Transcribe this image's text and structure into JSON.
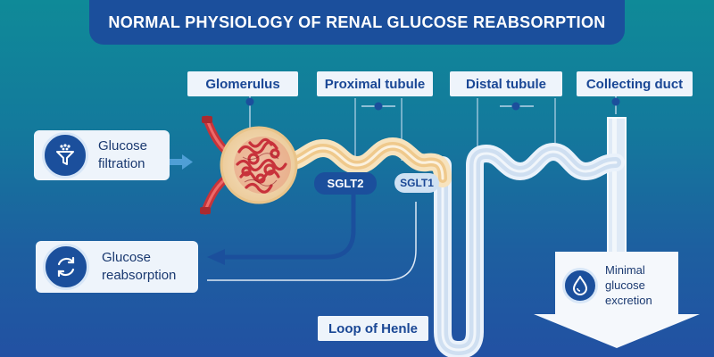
{
  "title": "NORMAL PHYSIOLOGY OF RENAL GLUCOSE REABSORPTION",
  "labels": {
    "glomerulus": "Glomerulus",
    "proximal_tubule": "Proximal tubule",
    "distal_tubule": "Distal tubule",
    "collecting_duct": "Collecting duct",
    "loop_of_henle": "Loop of Henle"
  },
  "transporters": {
    "sglt2": "SGLT2",
    "sglt1": "SGLT1"
  },
  "cards": {
    "filtration": {
      "line1": "Glucose",
      "line2": "filtration",
      "icon": "funnel-icon"
    },
    "reabsorption": {
      "line1": "Glucose",
      "line2": "reabsorption",
      "icon": "recycle-icon"
    },
    "excretion": {
      "line1": "Minimal",
      "line2": "glucose",
      "line3": "excretion",
      "icon": "droplet-icon"
    }
  },
  "colors": {
    "navy": "#1b4f9c",
    "tubule": "#f6dfb5",
    "duct": "#dfeaf6",
    "label_bg": "#eef4fb",
    "vessel": "#d03a3a"
  }
}
